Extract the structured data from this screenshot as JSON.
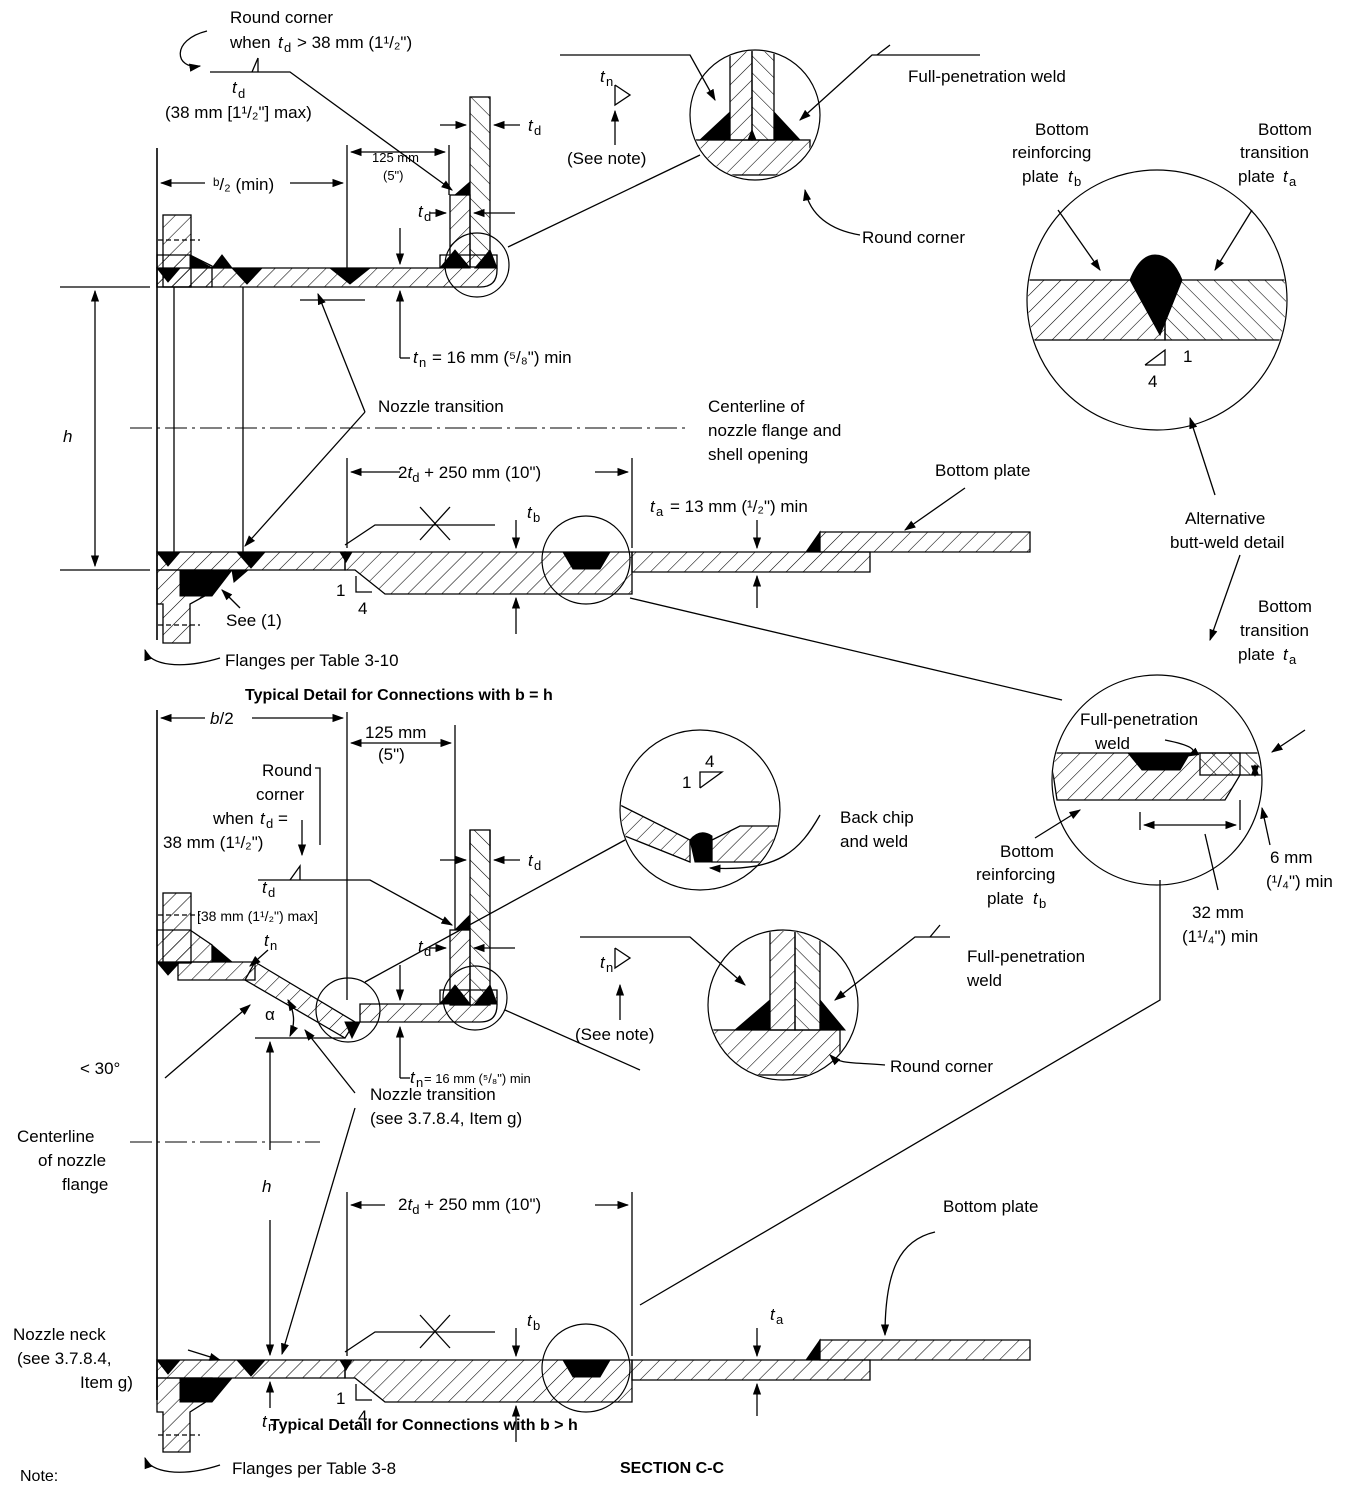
{
  "labels": {
    "round_corner_top": "Round corner",
    "when_td_gt": "when",
    "gt_38": "> 38 mm (1¹/₂\")",
    "td": "t",
    "sub_d": "d",
    "sub_n": "n",
    "sub_a": "a",
    "sub_b": "b",
    "max_38": "(38 mm [1¹/₂\"] max)",
    "b_half_min": "ᵇ/₂ (min)",
    "mm125": "125 mm",
    "in5": "(5\")",
    "see_note": "(See note)",
    "full_pen_weld": "Full-penetration weld",
    "round_corner": "Round corner",
    "bottom_reinf_1": "Bottom",
    "bottom_reinf_2": "reinforcing",
    "bottom_reinf_3": "plate",
    "bottom_trans_1": "Bottom",
    "bottom_trans_2": "transition",
    "bottom_trans_3": "plate",
    "tn_16": "= 16 mm (⁵/₈\") min",
    "nozzle_transition": "Nozzle transition",
    "centerline_1": "Centerline of",
    "centerline_2": "nozzle flange and",
    "centerline_3": "shell opening",
    "h": "h",
    "two_td_250": "− 2",
    "plus_250": "+ 250 mm (10\") −",
    "bottom_plate": "Bottom plate",
    "ta_13": "= 13 mm (¹/₂\") min",
    "slope_1": "1",
    "slope_4": "4",
    "see_1": "See (1)",
    "flanges_3_10": "Flanges per Table 3-10",
    "caption_1": "Typical Detail for Connections with b = h",
    "alt_butt_1": "Alternative",
    "alt_butt_2": "butt-weld detail",
    "fpw_1": "Full-penetration",
    "fpw_2": "weld",
    "mm6_1": "6 mm",
    "mm6_2": "(¹/₄\") min",
    "mm32_1": "32 mm",
    "mm32_2": "(1¹/₄\") min",
    "b_over_2": "b/2",
    "round_corner_2a": "Round",
    "round_corner_2b": "corner",
    "when_td_eq": "when",
    "eq_38": "=",
    "mm38_eq": "38 mm (1¹/₂\")",
    "max_38_b": "[38 mm (1¹/₂\") max]",
    "back_chip_1": "Back chip",
    "back_chip_2": "and weld",
    "fpw2_1": "Full-penetration",
    "fpw2_2": "weld",
    "alpha": "α",
    "lt_30": "< 30°",
    "centerline_b1": "Centerline",
    "centerline_b2": "of nozzle",
    "centerline_b3": "flange",
    "nozzle_trans_b1": "Nozzle transition",
    "nozzle_trans_b2": "(see 3.7.8.4, Item g)",
    "nozzle_neck_1": "Nozzle neck",
    "nozzle_neck_2": "(see 3.7.8.4,",
    "nozzle_neck_3": "Item g)",
    "flanges_3_8": "Flanges per Table 3-8",
    "caption_2": "Typical Detail for Connections with b > h",
    "section": "SECTION C-C",
    "note": "Note:"
  }
}
